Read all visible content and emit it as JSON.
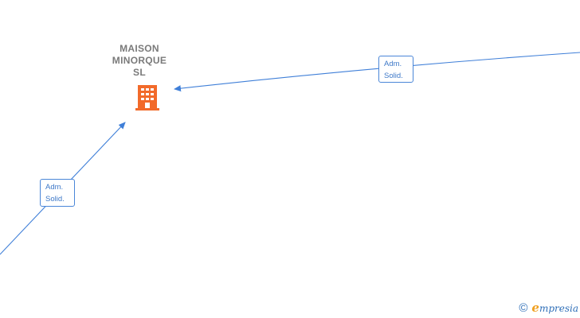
{
  "company": {
    "name_lines": [
      "MAISON",
      "MINORQUE",
      "SL"
    ],
    "icon": "building-icon",
    "icon_color": "#f26a2a"
  },
  "edges": [
    {
      "label_lines": [
        "Adm.",
        "Solid."
      ]
    },
    {
      "label_lines": [
        "Adm.",
        "Solid."
      ]
    }
  ],
  "colors": {
    "edge": "#3f7fd8",
    "label_text": "#3d78c8",
    "company_text": "#7a7a7a"
  },
  "watermark": {
    "symbol": "©",
    "brand_initial": "e",
    "brand_rest": "mpresia"
  }
}
